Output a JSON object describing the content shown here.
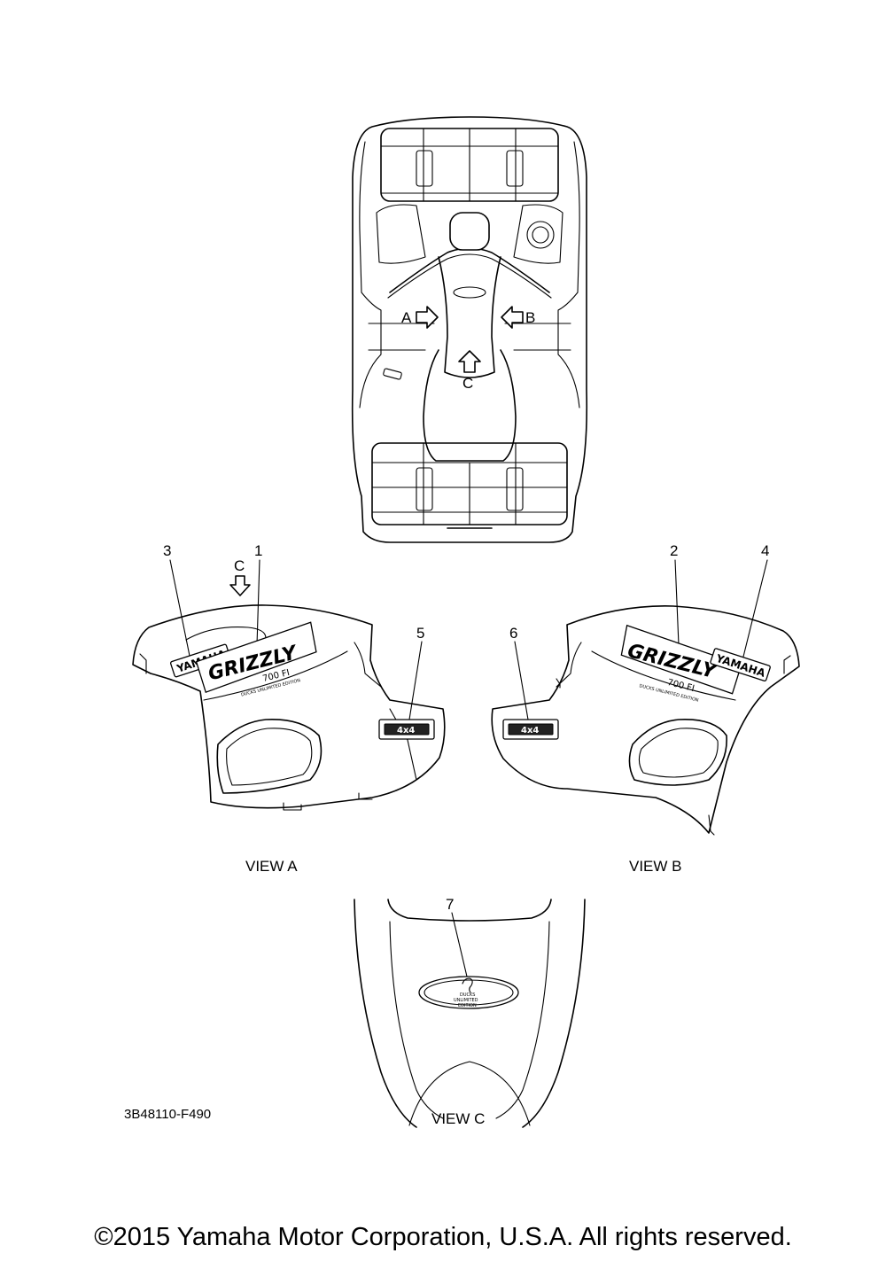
{
  "overview": {
    "arrow_a": "A",
    "arrow_b": "B",
    "arrow_c": "C"
  },
  "view_a": {
    "title": "VIEW A",
    "callouts": [
      "3",
      "1",
      "5"
    ],
    "arrow_c": "C",
    "decal_yamaha": "YAMAHA",
    "decal_grizzly": "GRIZZLY",
    "decal_model": "700 FI",
    "decal_edition": "DUCKS UNLIMITED EDITION",
    "decal_4x4": "4x4"
  },
  "view_b": {
    "title": "VIEW B",
    "callouts": [
      "2",
      "4",
      "6"
    ],
    "decal_yamaha": "YAMAHA",
    "decal_grizzly": "GRIZZLY",
    "decal_model": "700 FI",
    "decal_edition": "DUCKS UNLIMITED EDITION",
    "decal_4x4": "4x4"
  },
  "view_c": {
    "title": "VIEW C",
    "callout": "7",
    "emblem_lines": [
      "DUCKS",
      "UNLIMITED",
      "EDITION"
    ]
  },
  "diagram_code": "3B48110-F490",
  "copyright": "©2015 Yamaha Motor Corporation, U.S.A. All rights reserved."
}
